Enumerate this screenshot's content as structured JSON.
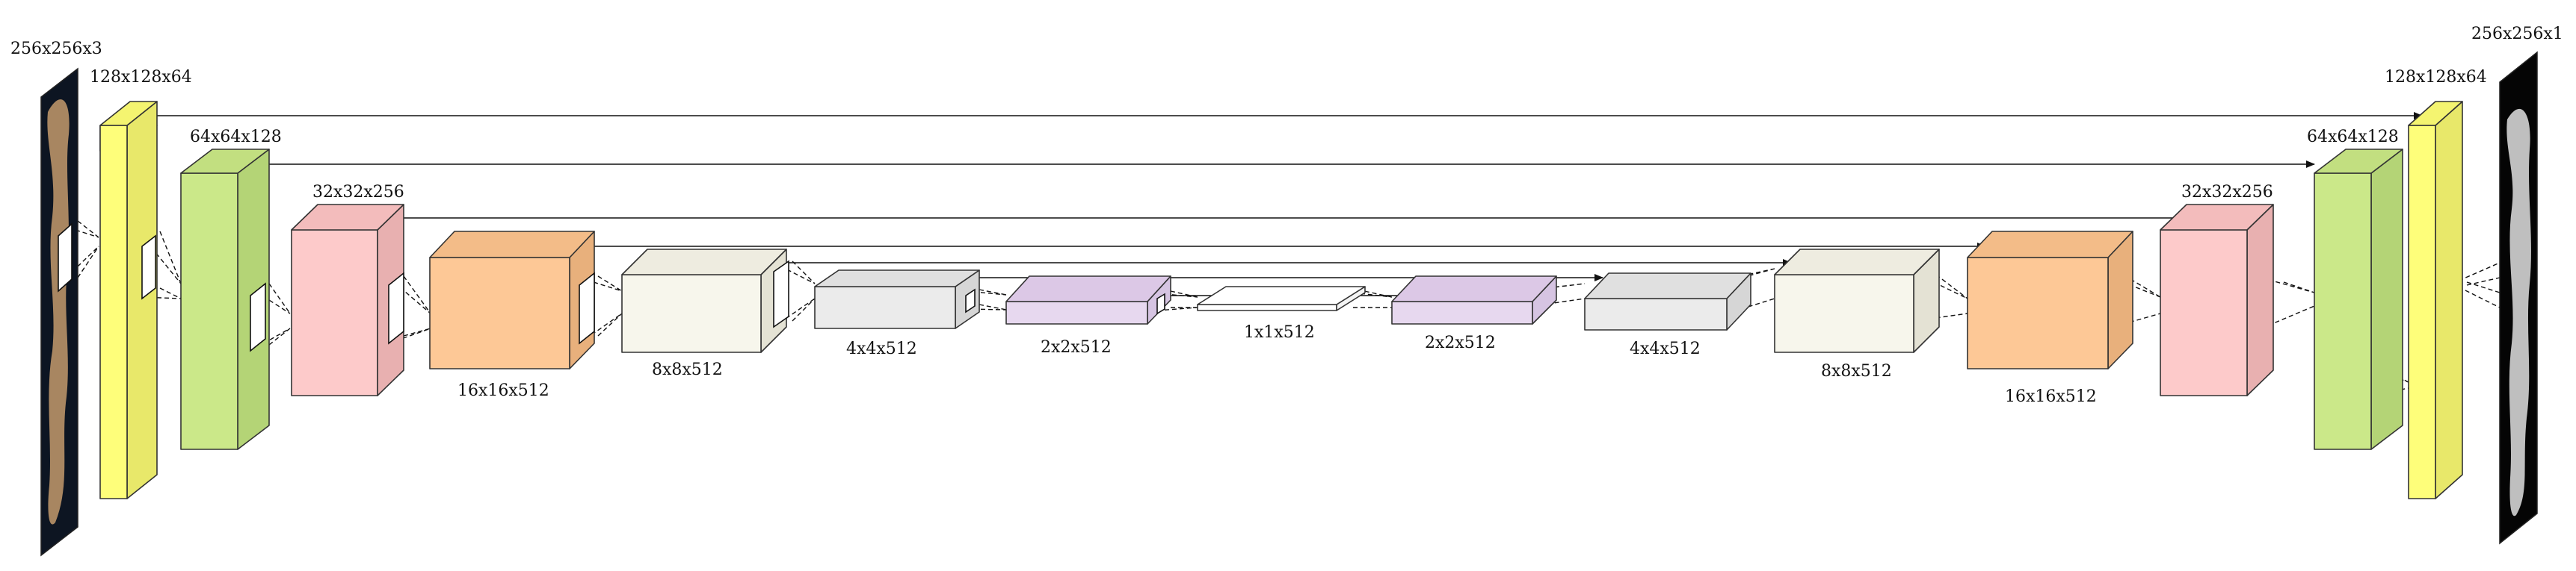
{
  "diagram": {
    "colors": {
      "yellow": "#fefe7a",
      "green": "#cbe889",
      "pink": "#fdcaca",
      "orange": "#fdc896",
      "ivory": "#f7f6ec",
      "gray": "#ebebeb",
      "lavender": "#e7d8ef",
      "white": "#ffffff",
      "image": "#0d1522",
      "image_tissue": "#c49a6c",
      "mask": "#050505",
      "mask_region": "#eeeeee"
    },
    "labels": {
      "input_image": "256x256x3",
      "enc1": "128x128x64",
      "enc2": "64x64x128",
      "enc3": "32x32x256",
      "enc4": "16x16x512",
      "enc5": "8x8x512",
      "enc6": "4x4x512",
      "enc7": "2x2x512",
      "bottleneck": "1x1x512",
      "dec7": "2x2x512",
      "dec6": "4x4x512",
      "dec5": "8x8x512",
      "dec4": "16x16x512",
      "dec3": "32x32x256",
      "dec2": "64x64x128",
      "dec1": "128x128x64",
      "output_mask": "256x256x1"
    }
  }
}
